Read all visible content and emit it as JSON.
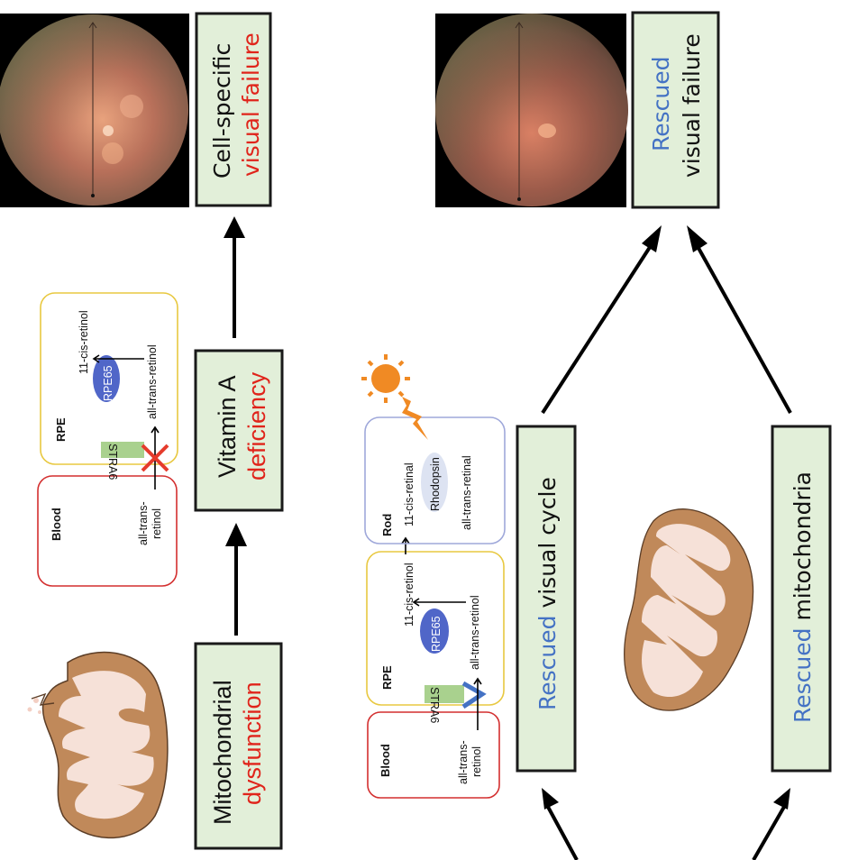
{
  "colors": {
    "box_fill": "#e2efd9",
    "red_text": "#e0241b",
    "blue_text": "#4472c4",
    "blood_border": "#d32f2f",
    "rpe_border": "#e8c840",
    "rod_border": "#9fa8da",
    "rpe65_fill": "#5066c8",
    "rhodopsin_fill": "#dde3f2",
    "stra6_fill": "#a9d18e",
    "sun": "#f08a24",
    "mito_outer": "#c0895a",
    "mito_inner": "#f6e1d8"
  },
  "top_pathway": {
    "step1": {
      "line1": "Mitochondrial",
      "line2": "dysfunction"
    },
    "step2": {
      "line1": "Vitamin A",
      "line2": "deficiency"
    },
    "step3": {
      "line1": "Cell-specific",
      "line2": "visual failure"
    },
    "visual_cycle": {
      "blood_label": "Blood",
      "blood_compound_1": "all-trans-",
      "blood_compound_2": "retinol",
      "rpe_label": "RPE",
      "transporter": "STRA6",
      "enzyme": "RPE65",
      "rpe_in": "all-trans-retinol",
      "rpe_out": "11-cis-retinol",
      "blocked": "true"
    },
    "fundus_image": "fundus-photo-degenerated"
  },
  "bottom_pathway": {
    "rescued_cycle": {
      "line1_blue": "Rescued",
      "line1_rest": " visual cycle"
    },
    "rescued_mito": {
      "line1_blue": "Rescued",
      "line1_rest": " mitochondria"
    },
    "outcome": {
      "line1": "Rescued",
      "line2": "visual failure"
    },
    "visual_cycle": {
      "blood_label": "Blood",
      "blood_compound_1": "all-trans-",
      "blood_compound_2": "retinol",
      "rpe_label": "RPE",
      "transporter": "STRA6",
      "enzyme": "RPE65",
      "rpe_in": "all-trans-retinol",
      "rpe_out": "11-cis-retinol",
      "rod_label": "Rod",
      "rod_in": "11-cis-retinal",
      "rod_pigment": "Rhodopsin",
      "rod_out": "all-trans-retinal"
    },
    "fundus_image": "fundus-photo-rescued"
  }
}
